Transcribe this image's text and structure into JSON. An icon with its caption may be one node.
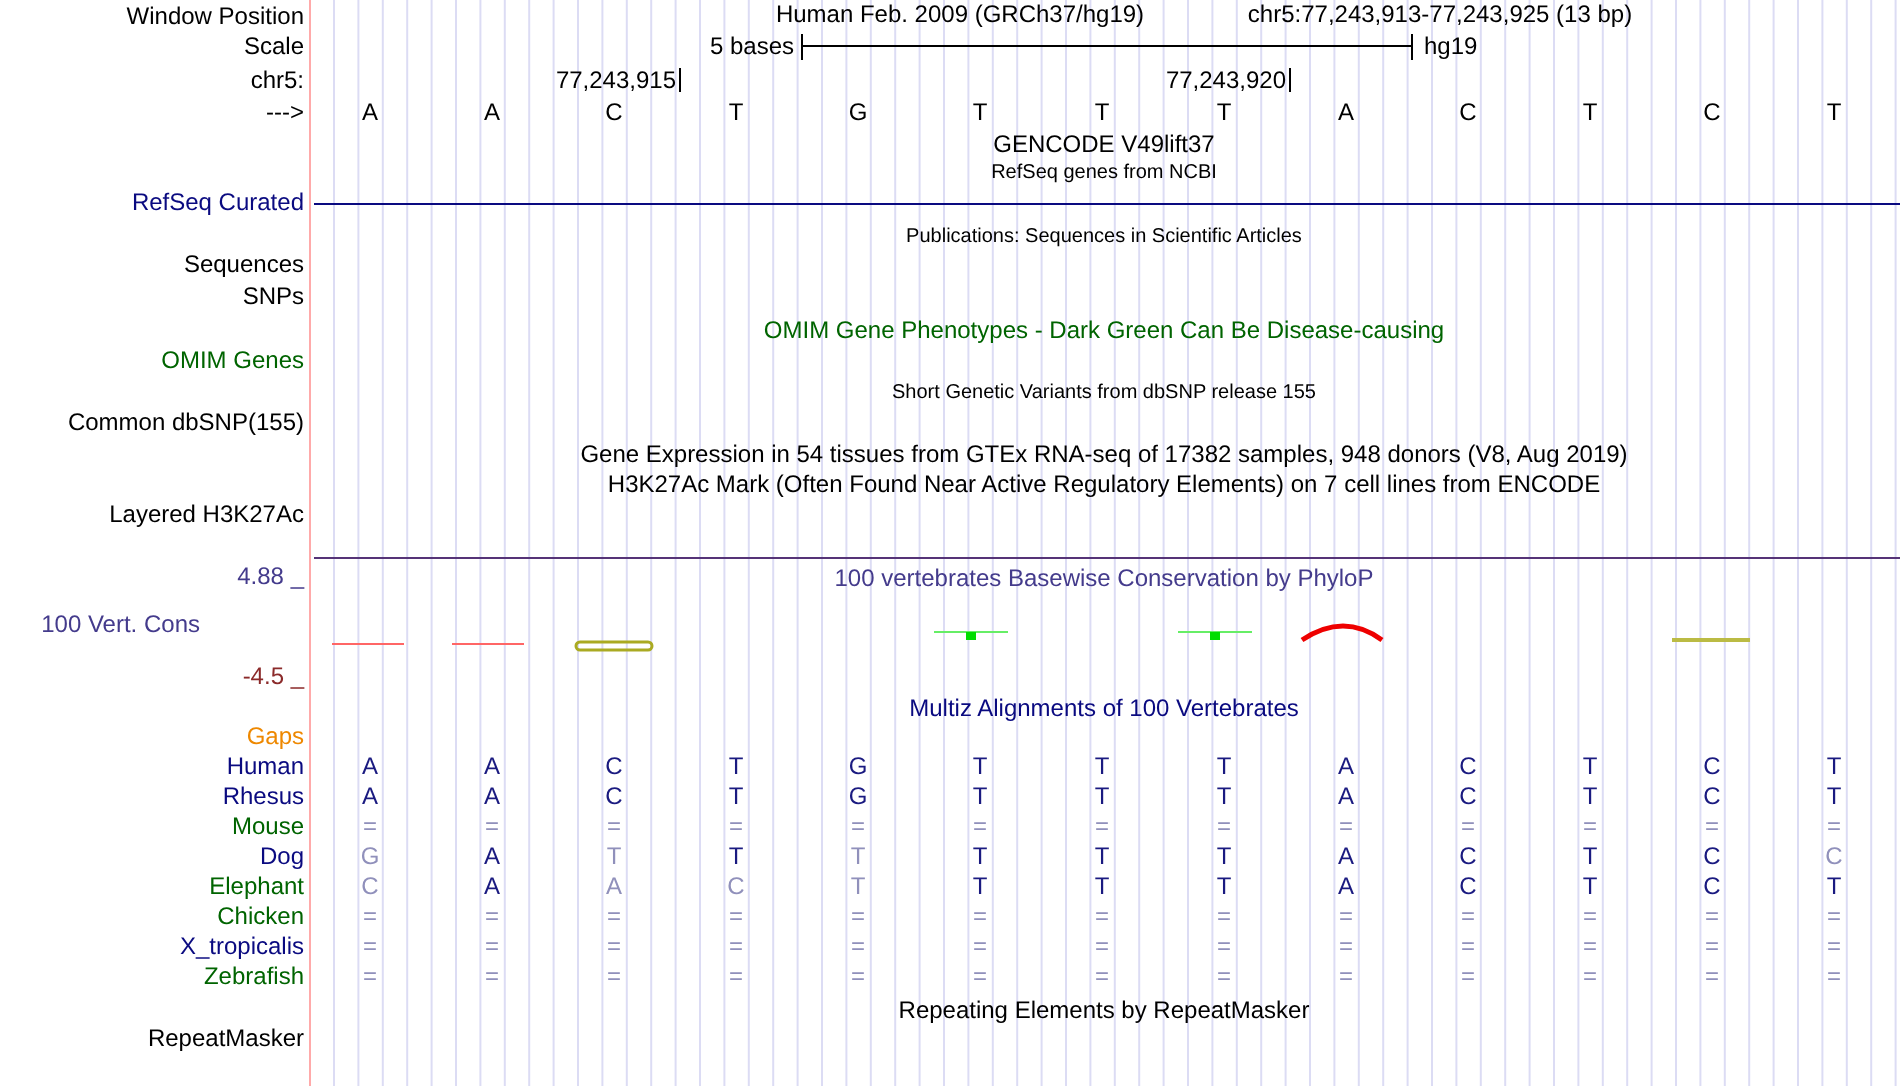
{
  "diagram": {
    "labels": [
      "Window Position",
      "Human Feb. 2009 (GRCh37/hg19)",
      "chr5:77,243,913-77,243,925 (13 bp)",
      "Scale",
      "5 bases",
      "hg19",
      "chr5:",
      "77,243,915",
      "77,243,920",
      "--->",
      "A",
      "A",
      "C",
      "T",
      "G",
      "T",
      "T",
      "T",
      "A",
      "C",
      "T",
      "C",
      "T",
      "GENCODE V49lift37",
      "RefSeq genes from NCBI",
      "RefSeq Curated",
      "Publications: Sequences in Scientific Articles",
      "Sequences",
      "SNPs",
      "OMIM Gene Phenotypes - Dark Green Can Be Disease-causing",
      "OMIM Genes",
      "Short Genetic Variants from dbSNP release 155",
      "Common dbSNP(155)",
      "Gene Expression in 54 tissues from GTEx RNA-seq of 17382 samples, 948 donors (V8, Aug 2019)",
      "H3K27Ac Mark (Often Found Near Active Regulatory Elements) on 7 cell lines from ENCODE",
      "Layered H3K27Ac",
      "4.88 _",
      "100 vertebrates Basewise Conservation by PhyloP",
      "100 Vert. Cons",
      "-4.5 _",
      "Multiz Alignments of 100 Vertebrates",
      "Gaps",
      "Human",
      "A",
      "A",
      "C",
      "T",
      "G",
      "T",
      "T",
      "T",
      "A",
      "C",
      "T",
      "C",
      "T",
      "Rhesus",
      "A",
      "A",
      "C",
      "T",
      "G",
      "T",
      "T",
      "T",
      "A",
      "C",
      "T",
      "C",
      "T",
      "Mouse",
      "=",
      "=",
      "=",
      "=",
      "=",
      "=",
      "=",
      "=",
      "=",
      "=",
      "=",
      "=",
      "=",
      "Dog",
      "G",
      "A",
      "T",
      "T",
      "T",
      "T",
      "T",
      "T",
      "A",
      "C",
      "T",
      "C",
      "C",
      "Elephant",
      "C",
      "A",
      "A",
      "C",
      "T",
      "T",
      "T",
      "T",
      "A",
      "C",
      "T",
      "C",
      "T",
      "Chicken",
      "=",
      "=",
      "=",
      "=",
      "=",
      "=",
      "=",
      "=",
      "=",
      "=",
      "=",
      "=",
      "=",
      "X_tropicalis",
      "=",
      "=",
      "=",
      "=",
      "=",
      "=",
      "=",
      "=",
      "=",
      "=",
      "=",
      "=",
      "=",
      "Zebrafish",
      "=",
      "=",
      "=",
      "=",
      "=",
      "=",
      "=",
      "=",
      "=",
      "=",
      "=",
      "=",
      "=",
      "Repeating Elements by RepeatMasker",
      "RepeatMasker"
    ]
  }
}
